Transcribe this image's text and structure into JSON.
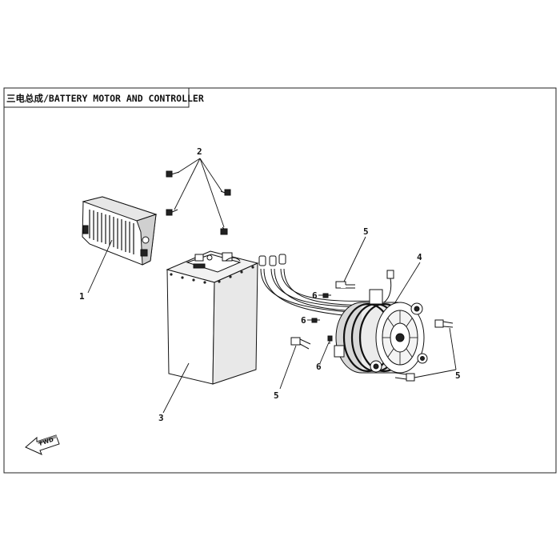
{
  "title": "三电总成/BATTERY MOTOR AND CONTROLLER",
  "fwd_label": "FWD",
  "callouts": {
    "c1": "1",
    "c2": "2",
    "c3": "3",
    "c4": "4",
    "c5a": "5",
    "c5b": "5",
    "c5c": "5",
    "c6a": "6",
    "c6b": "6",
    "c6c": "6"
  },
  "components": {
    "controller": "controller-icon",
    "battery": "battery-icon",
    "motor": "motor-icon",
    "bolt": "bolt-icon"
  }
}
